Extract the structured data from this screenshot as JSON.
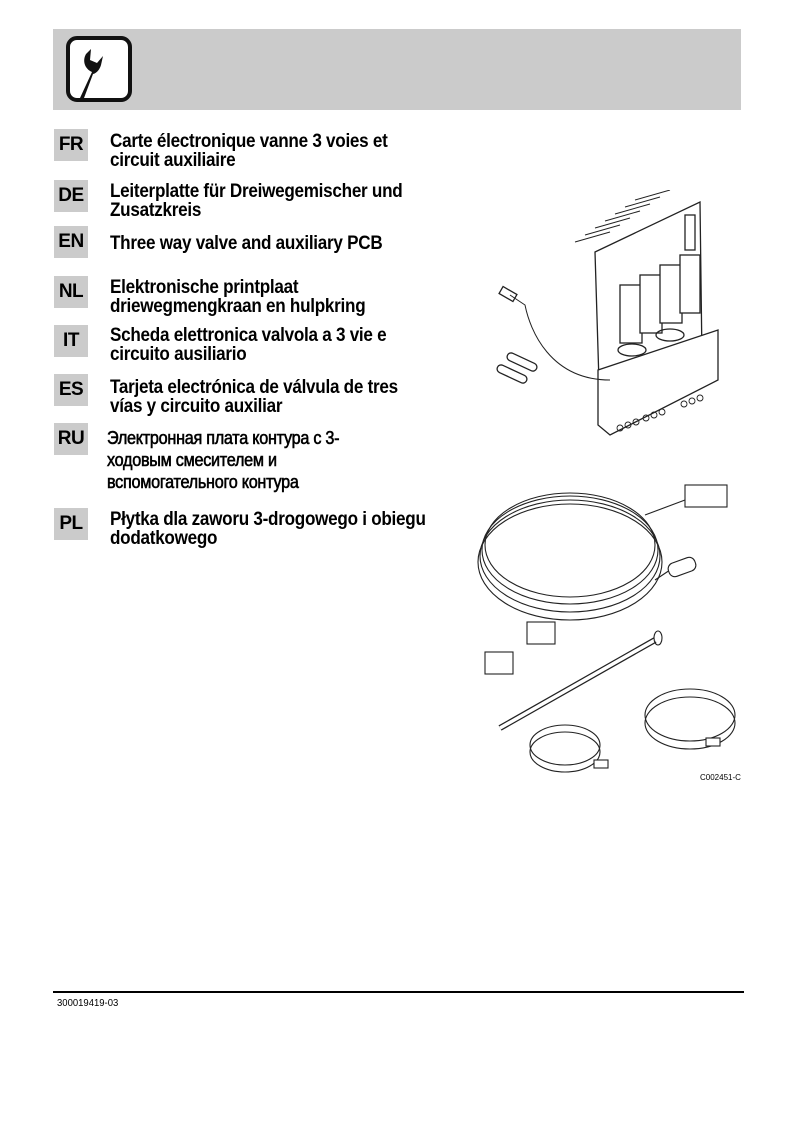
{
  "header": {
    "icon": "wrench-icon",
    "band_color": "#cbcbcb"
  },
  "titles": [
    {
      "code": "FR",
      "text": "Carte électronique vanne 3 voies et\ncircuit auxiliaire"
    },
    {
      "code": "DE",
      "text": "Leiterplatte für Dreiwegemischer und\nZusatzkreis"
    },
    {
      "code": "EN",
      "text": "Three way valve and auxiliary PCB"
    },
    {
      "code": "NL",
      "text": "Elektronische printplaat\ndriewegmengkraan en hulpkring"
    },
    {
      "code": "IT",
      "text": "Scheda elettronica valvola a 3 vie e\ncircuito ausiliario"
    },
    {
      "code": "ES",
      "text": "Tarjeta electrónica de válvula de tres\nvías y circuito auxiliar"
    },
    {
      "code": "RU",
      "text": "Электронная плата контура с 3-\nходовым смесителем и\nвспомогательного контура"
    },
    {
      "code": "PL",
      "text": "Płytka dla zaworu 3-drogowego i obiegu\ndodatkowego"
    }
  ],
  "illustration": {
    "items": [
      "pcb-board",
      "fuses",
      "sensor-cable-coil",
      "terminal-connectors",
      "immersion-sensor-probe",
      "hose-clamps"
    ],
    "figure_ref": "C002451-C"
  },
  "footer": {
    "doc_number": "300019419-03"
  }
}
